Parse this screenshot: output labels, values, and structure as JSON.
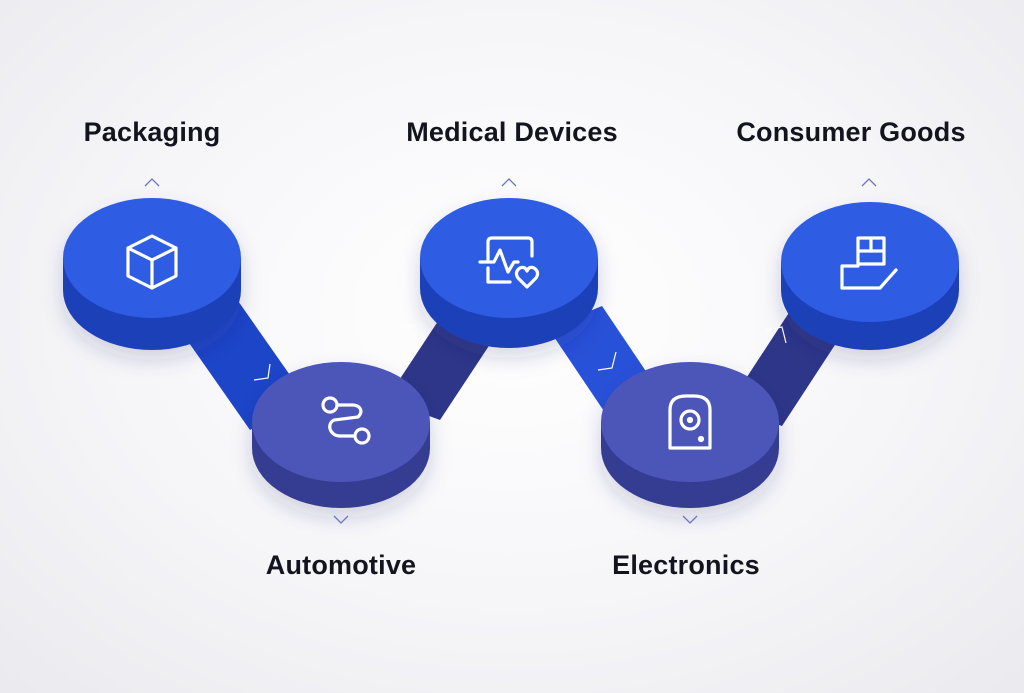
{
  "nodes": [
    {
      "id": "packaging",
      "label": "Packaging",
      "icon": "box-icon",
      "position": "top"
    },
    {
      "id": "automotive",
      "label": "Automotive",
      "icon": "route-icon",
      "position": "bottom"
    },
    {
      "id": "medical",
      "label": "Medical Devices",
      "icon": "health-monitor-icon",
      "position": "top"
    },
    {
      "id": "electronics",
      "label": "Electronics",
      "icon": "hard-drive-icon",
      "position": "bottom"
    },
    {
      "id": "consumer",
      "label": "Consumer Goods",
      "icon": "hand-box-icon",
      "position": "top"
    }
  ],
  "colors": {
    "top_disc": "#2f5be3",
    "top_disc_side": "#1e3fb8",
    "bottom_disc": "#4c56b8",
    "bottom_disc_side": "#343d93",
    "connector_light": "#2851d9",
    "connector_dark": "#323a8e",
    "label": "#14141f",
    "chevron": "#6b74c6"
  }
}
